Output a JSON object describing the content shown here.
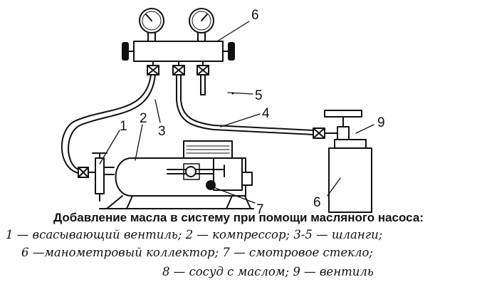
{
  "labels": {
    "n1": "1",
    "n2": "2",
    "n3": "3",
    "n4": "4",
    "n5": "5",
    "n6_manifold": "6",
    "n7": "7",
    "n6_vessel": "6",
    "n9": "9"
  },
  "caption": {
    "title": "Добавление масла в систему при помощи масляного насоса:",
    "line1": "1 — всасывающий вентиль; 2 — компрессор; 3-5 — шланги;",
    "line2": "6 —манометровый коллектор; 7 — смотровое стекло;",
    "line3": "8 — сосуд с маслом;    9 — вентиль"
  }
}
